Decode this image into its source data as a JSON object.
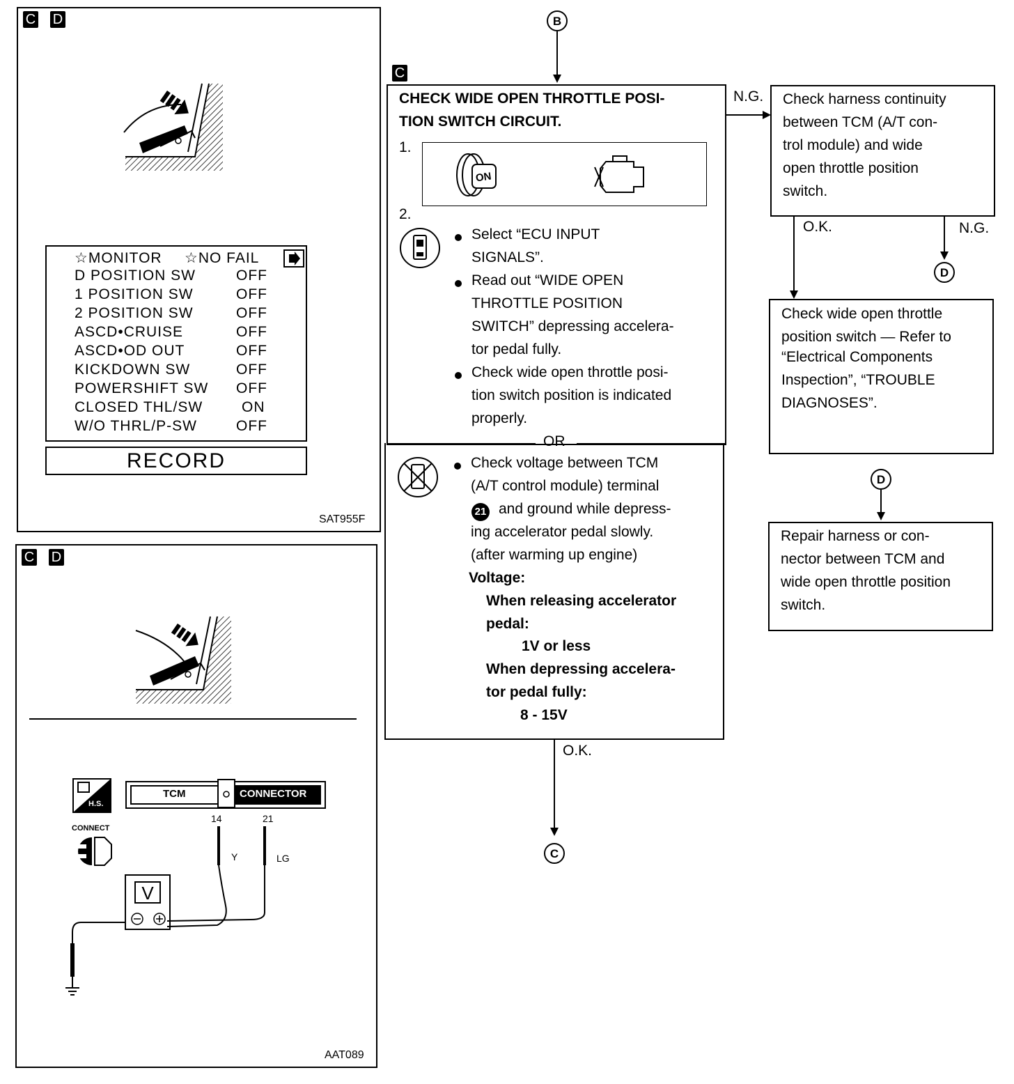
{
  "top_figure": {
    "tags": [
      "C",
      "D"
    ],
    "monitor": {
      "header_left": "☆MONITOR",
      "header_right": "☆NO  FAIL",
      "rows": [
        {
          "label": "D POSITION SW",
          "value": "OFF"
        },
        {
          "label": "1 POSITION SW",
          "value": "OFF"
        },
        {
          "label": "2 POSITION SW",
          "value": "OFF"
        },
        {
          "label": "ASCD•CRUISE",
          "value": "OFF"
        },
        {
          "label": "ASCD•OD OUT",
          "value": "OFF"
        },
        {
          "label": "KICKDOWN SW",
          "value": "OFF"
        },
        {
          "label": "POWERSHIFT SW",
          "value": "OFF"
        },
        {
          "label": "CLOSED THL/SW",
          "value": "ON"
        },
        {
          "label": "W/O THRL/P-SW",
          "value": "OFF"
        }
      ]
    },
    "record_label": "RECORD",
    "figure_id": "SAT955F"
  },
  "bottom_figure": {
    "tags": [
      "C",
      "D"
    ],
    "tcm_label": "TCM",
    "connector_label": "CONNECTOR",
    "hs_label": "H.S.",
    "connect_label": "CONNECT",
    "pin_14": "14",
    "pin_21": "21",
    "wire_y": "Y",
    "wire_lg": "LG",
    "meter_label": "V",
    "figure_id": "AAT089"
  },
  "flow": {
    "start_marker": "B",
    "step_tag": "C",
    "main_title_line1": "CHECK WIDE OPEN THROTTLE POSI-",
    "main_title_line2": "TION SWITCH CIRCUIT.",
    "step1": "1.",
    "step2": "2.",
    "ignition_label": "ON",
    "bullets_consult": [
      [
        "Select “ECU INPUT",
        "SIGNALS”."
      ],
      [
        "Read out “WIDE OPEN",
        "THROTTLE POSITION",
        "SWITCH” depressing accelera-",
        "tor pedal fully."
      ],
      [
        "Check wide open throttle posi-",
        "tion switch position is indicated",
        "properly."
      ]
    ],
    "or_label": "OR",
    "voltage_bullet": [
      "Check voltage between TCM",
      "(A/T control module) terminal",
      "and ground while depress-",
      "ing accelerator pedal slowly.",
      "(after warming up engine)"
    ],
    "terminal_num": "21",
    "voltage_heading": "Voltage:",
    "release_line1": "When releasing accelerator",
    "release_line2": "pedal:",
    "release_value": "1V or less",
    "depress_line1": "When depressing accelera-",
    "depress_line2": "tor pedal fully:",
    "depress_value": "8 - 15V",
    "ok_label": "O.K.",
    "end_marker": "C",
    "ng_label": "N.G.",
    "harness_box": [
      "Check harness continuity",
      "between TCM (A/T con-",
      "trol module) and wide",
      "open throttle position",
      "switch."
    ],
    "harness_ok": "O.K.",
    "harness_ng": "N.G.",
    "d_marker": "D",
    "switch_box": [
      "Check wide open throttle",
      "position switch — Refer to",
      "“Electrical Components",
      "Inspection”, “TROUBLE",
      "DIAGNOSES”."
    ],
    "d_marker2": "D",
    "repair_box": [
      "Repair harness or con-",
      "nector between TCM and",
      "wide open throttle position",
      "switch."
    ]
  }
}
